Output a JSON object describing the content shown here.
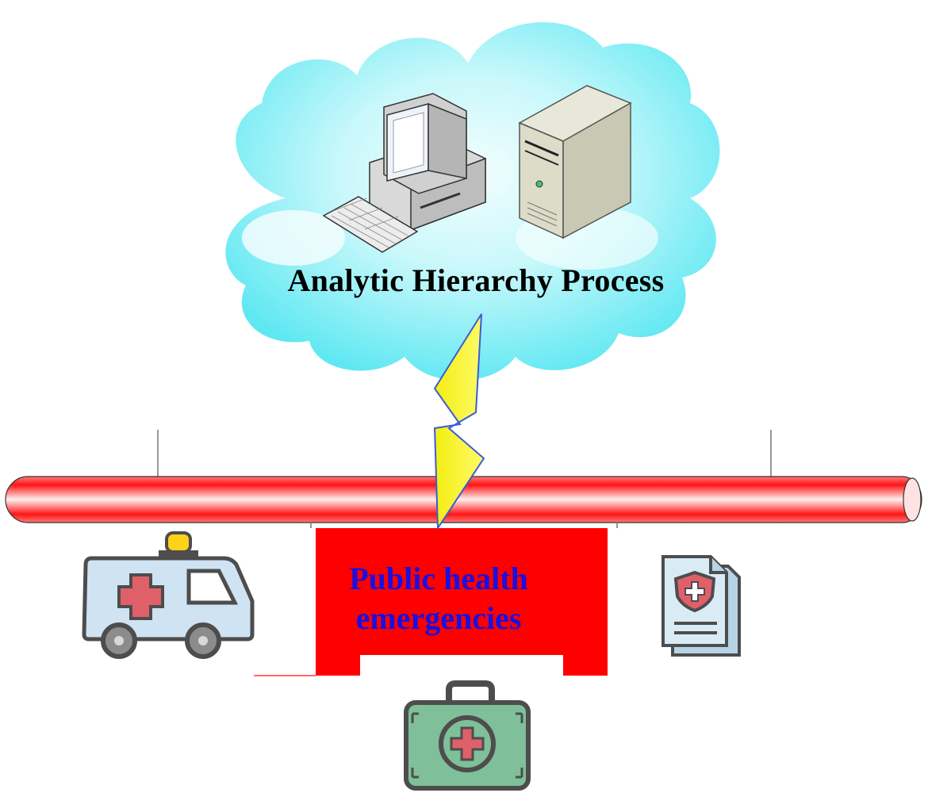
{
  "cloud": {
    "title": "Analytic Hierarchy Process"
  },
  "block": {
    "line1": "Public health",
    "line2": "emergencies"
  },
  "colors": {
    "cloud_light": "#e6fbfd",
    "cloud_mid": "#7ff0f6",
    "pipe_red": "#ff1a1a",
    "block_red": "#ff0000",
    "lightning_yellow": "#f7f21a",
    "title_blue": "#1a10e0",
    "icon_outline": "#4d4d4d",
    "icon_blue": "#cfe3f3",
    "icon_cross": "#e0606a",
    "kit_green": "#7fbf99"
  },
  "icons": [
    "desktop-computer-icon",
    "server-tower-icon",
    "ambulance-icon",
    "first-aid-kit-icon",
    "medical-document-icon",
    "lightning-icon"
  ]
}
